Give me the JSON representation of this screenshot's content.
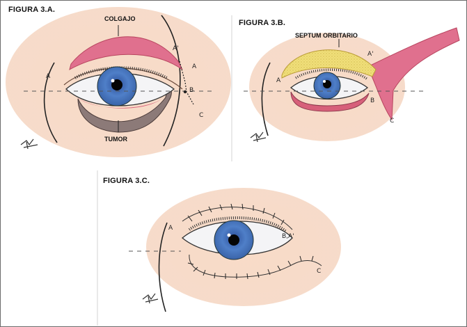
{
  "figures": {
    "a": {
      "title": "FIGURA 3.A.",
      "labels": {
        "flap": "COLGAJO",
        "tumor": "TUMOR"
      },
      "points": {
        "a": "A",
        "a_prime": "A'",
        "b": "B",
        "c": "C"
      }
    },
    "b": {
      "title": "FIGURA 3.B.",
      "labels": {
        "septum": "SEPTUM ORBITARIO"
      },
      "points": {
        "a": "A",
        "a_prime": "A'",
        "b": "B",
        "c": "C"
      }
    },
    "c": {
      "title": "FIGURA 3.C.",
      "points": {
        "a": "A",
        "b_a_prime": "B,A'",
        "c": "C"
      }
    }
  },
  "colors": {
    "skin": "#f6d7c2",
    "flap": "#e0708e",
    "septum": "#f0df7a",
    "iris": "#4f7fc8",
    "tumor": "#8c7a78",
    "conjunctiva": "#d7607a"
  }
}
